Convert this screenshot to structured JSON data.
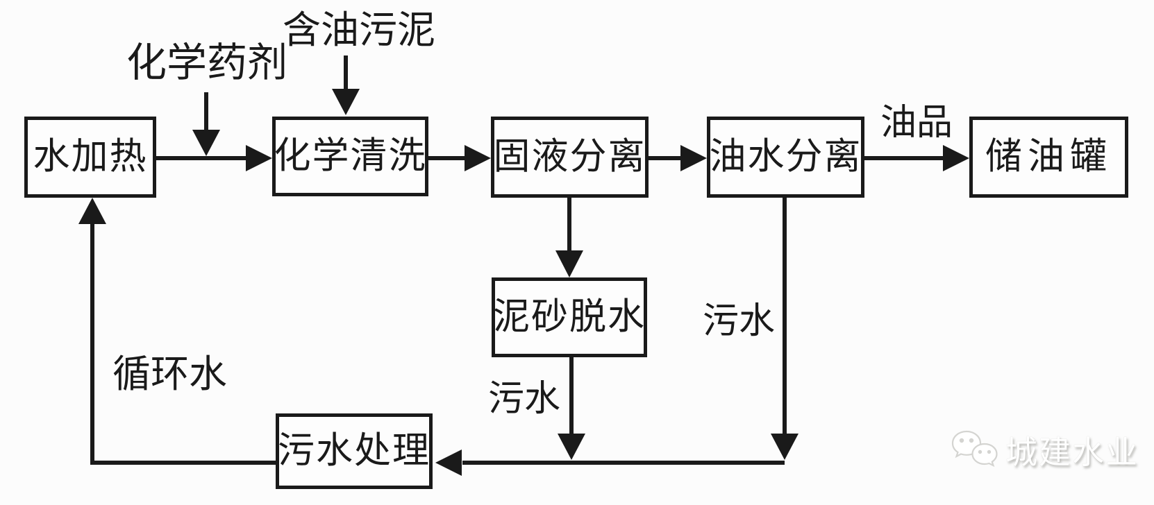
{
  "diagram": {
    "title_hint": "oily-sludge-treatment-process-flow",
    "nodes": {
      "water_heating": {
        "label": "水加热"
      },
      "chemical_cleaning": {
        "label": "化学清洗"
      },
      "solid_liquid_separation": {
        "label": "固液分离"
      },
      "oil_water_separation": {
        "label": "油水分离"
      },
      "oil_storage_tank": {
        "label": "储油罐"
      },
      "sand_dewatering": {
        "label": "泥砂脱水"
      },
      "sewage_treatment": {
        "label": "污水处理"
      }
    },
    "flow_labels": {
      "chemical_agent": "化学药剂",
      "oily_sludge": "含油污泥",
      "oil_product": "油品",
      "sewage_from_oil_water_separation": "污水",
      "sewage_from_sand_dewatering": "污水",
      "circulating_water": "循环水"
    },
    "edges": [
      {
        "from": "water_heating",
        "to": "chemical_cleaning",
        "label": ""
      },
      {
        "from": "chemical_agent",
        "to": "water_heating_to_chemical_cleaning_line",
        "label": ""
      },
      {
        "from": "oily_sludge",
        "to": "chemical_cleaning",
        "label": ""
      },
      {
        "from": "chemical_cleaning",
        "to": "solid_liquid_separation",
        "label": ""
      },
      {
        "from": "solid_liquid_separation",
        "to": "oil_water_separation",
        "label": ""
      },
      {
        "from": "oil_water_separation",
        "to": "oil_storage_tank",
        "label": "油品"
      },
      {
        "from": "solid_liquid_separation",
        "to": "sand_dewatering",
        "label": ""
      },
      {
        "from": "sand_dewatering",
        "to": "sewage_collector_line",
        "label": "污水"
      },
      {
        "from": "oil_water_separation",
        "to": "sewage_collector_line",
        "label": "污水"
      },
      {
        "from": "sewage_collector_line",
        "to": "sewage_treatment",
        "label": ""
      },
      {
        "from": "sewage_treatment",
        "to": "water_heating",
        "label": "循环水"
      }
    ],
    "colors": {
      "line": "#1a1a1a",
      "node_background": "#fdfdfd",
      "background": "#fcfcfc"
    }
  },
  "watermark": {
    "icon": "wechat-icon",
    "text": "城建水业"
  }
}
